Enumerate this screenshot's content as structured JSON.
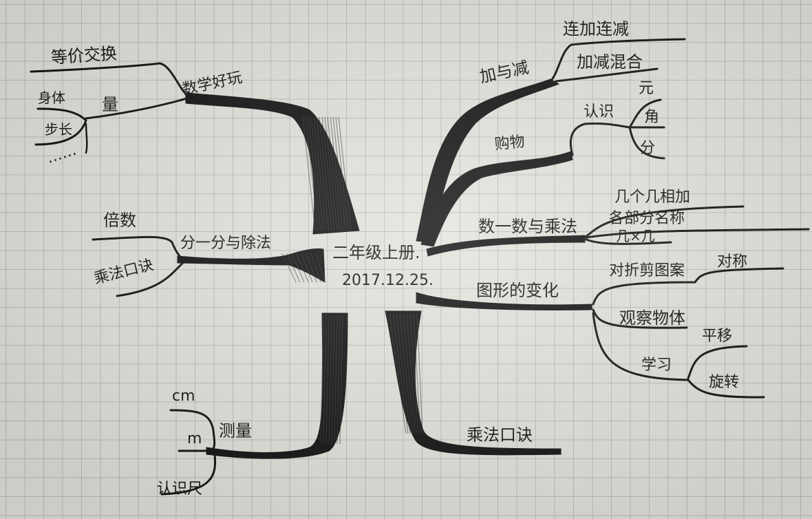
{
  "center": {
    "title": "二年级上册.",
    "date": "2017.12.25."
  },
  "branches": {
    "math_exploration": {
      "label": "数学好玩",
      "children": [
        "等价交换",
        "量"
      ],
      "sub": [
        "身体",
        "步长",
        "……"
      ]
    },
    "multiply": {
      "label": "分一分与除法",
      "children": [
        "倍数",
        "乘法口诀"
      ]
    },
    "measure": {
      "label": "测量",
      "children": [
        "cm",
        "m",
        "认识尺"
      ]
    },
    "table": {
      "label": "乘法口诀"
    },
    "add_sub": {
      "label": "加与减",
      "children": [
        "连加连减",
        "加减混合"
      ]
    },
    "shopping": {
      "label": "购物",
      "sub": [
        "认识"
      ],
      "children": [
        "元",
        "角",
        "分"
      ]
    },
    "num_ops": {
      "label": "数一数与乘法",
      "children": [
        "几个几相加",
        "各部分名称",
        "几×几"
      ]
    },
    "shapes": {
      "label": "图形的变化",
      "children": [
        "对折剪图案",
        "观察物体",
        "学习"
      ],
      "sub": [
        "对称",
        "平移",
        "旋转"
      ]
    }
  }
}
